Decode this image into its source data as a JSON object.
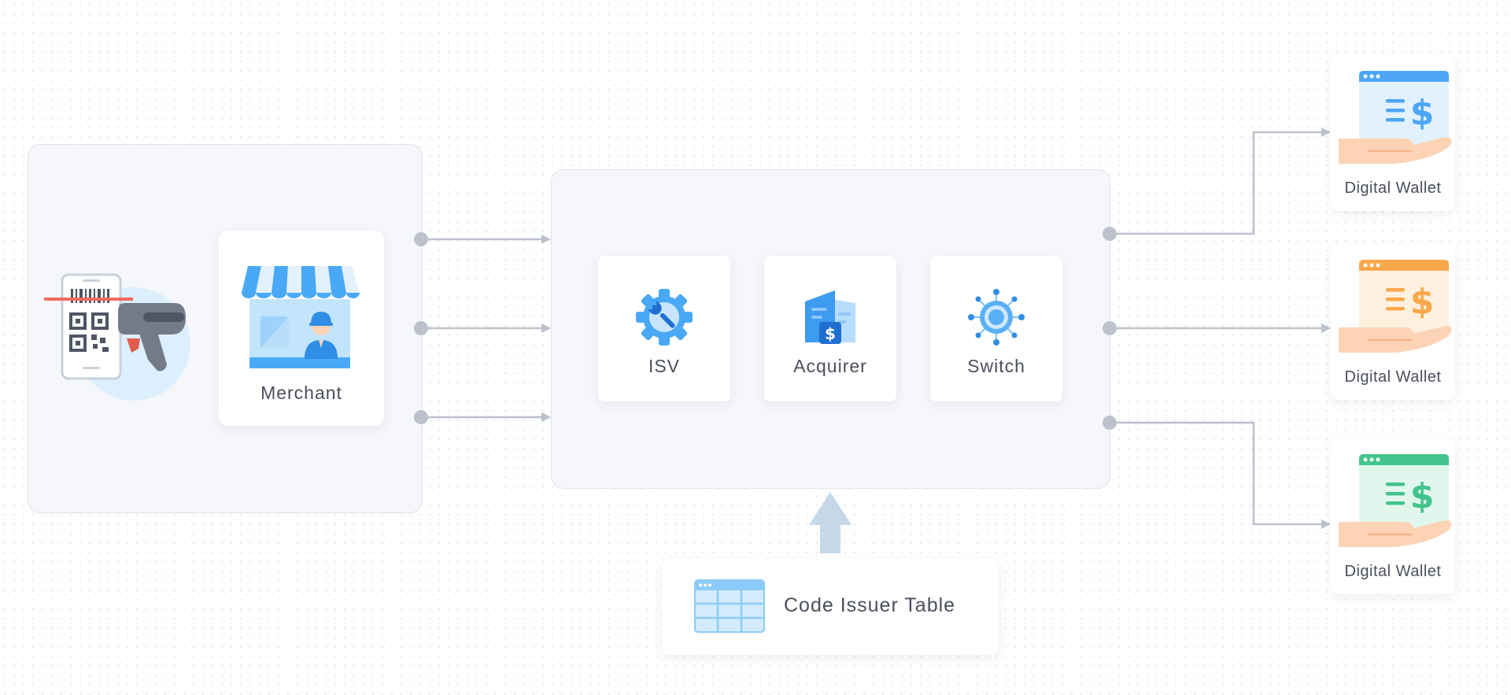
{
  "nodes": {
    "merchant": "Merchant",
    "isv": "ISV",
    "acquirer": "Acquirer",
    "switch": "Switch",
    "wallets": [
      "Digital Wallet",
      "Digital Wallet",
      "Digital Wallet"
    ],
    "issuer_table": "Code Issuer Table"
  },
  "icons": {
    "scanner": "qr-code-scanner-icon",
    "merchant": "storefront-icon",
    "isv": "wrench-gear-icon",
    "acquirer": "building-dollar-icon",
    "switch": "network-hub-icon",
    "wallet": "hand-holding-wallet-icon",
    "table": "table-icon"
  },
  "colors": {
    "wallet_1": "#4da6f5",
    "wallet_2": "#f7a84a",
    "wallet_3": "#42c48c",
    "primary_blue": "#3d9bf0",
    "connector": "#bcc2cc"
  }
}
